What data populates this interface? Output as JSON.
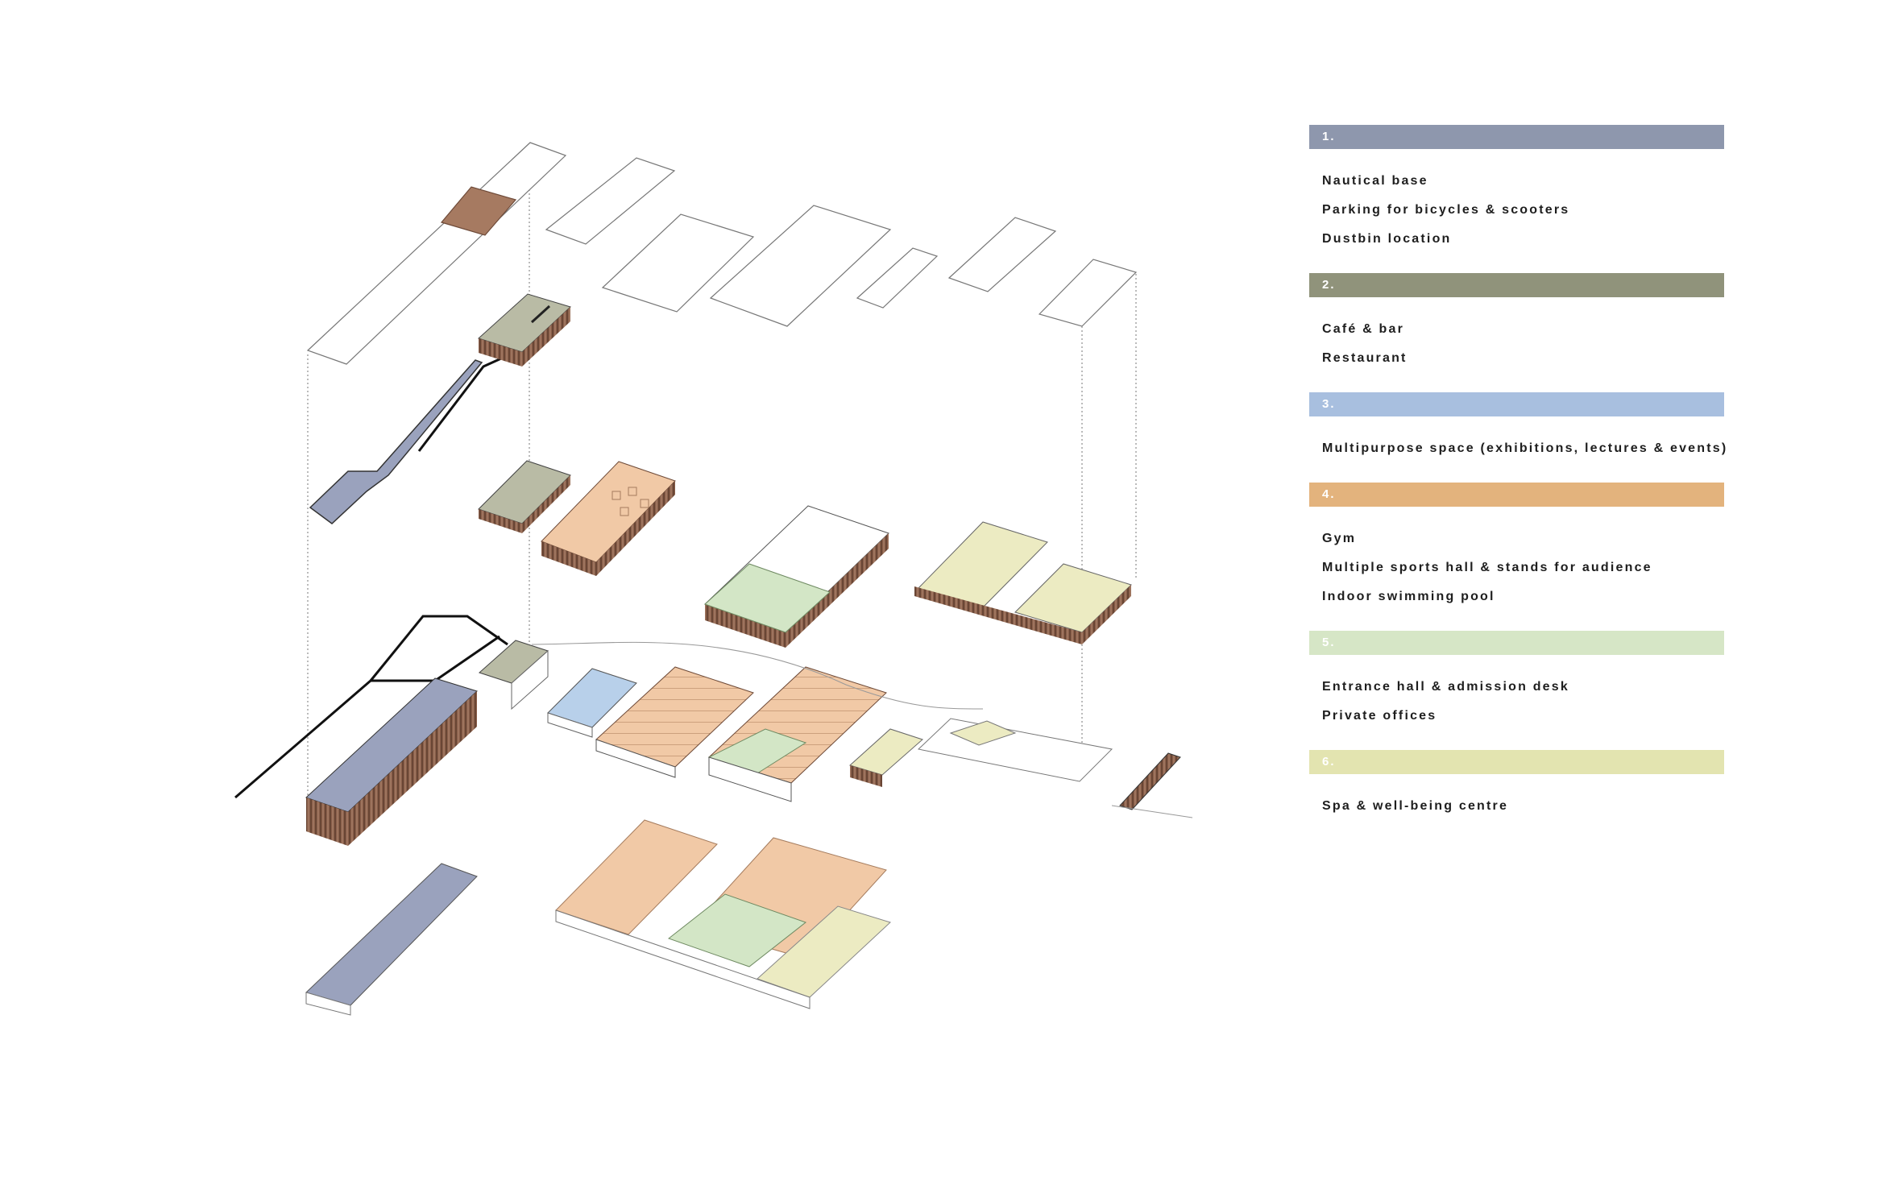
{
  "legend": {
    "groups": [
      {
        "number": "1.",
        "color": "#8e97ad",
        "items": [
          "Nautical base",
          "Parking for bicycles & scooters",
          "Dustbin location"
        ]
      },
      {
        "number": "2.",
        "color": "#90937b",
        "items": [
          "Café & bar",
          "Restaurant"
        ]
      },
      {
        "number": "3.",
        "color": "#a8bfdf",
        "items": [
          "Multipurpose space (exhibitions, lectures & events)"
        ]
      },
      {
        "number": "4.",
        "color": "#e3b37d",
        "items": [
          "Gym",
          "Multiple sports hall & stands for audience",
          "Indoor swimming pool"
        ]
      },
      {
        "number": "5.",
        "color": "#d6e6c6",
        "items": [
          "Entrance hall & admission desk",
          "Private offices"
        ]
      },
      {
        "number": "6.",
        "color": "#e3e4b0",
        "items": [
          "Spa & well-being centre"
        ]
      }
    ]
  },
  "diagram": {
    "palette": {
      "nautical": "#9aa2bd",
      "cafe": "#b9bba5",
      "multipurpose": "#b8d0ea",
      "sports": "#f1c9a6",
      "entrance": "#d3e6c6",
      "spa": "#ecebc2",
      "wood": "#8a5f4a",
      "line": "#7a7a7a"
    }
  }
}
